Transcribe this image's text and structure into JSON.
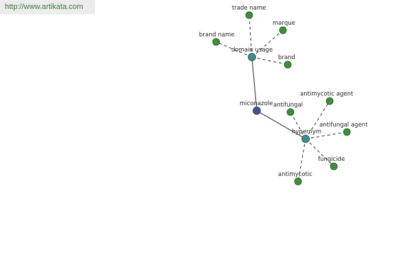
{
  "banner": {
    "url": "http://www.artikata.com"
  },
  "colors": {
    "root_node": "#3f4f9a",
    "hub_node": "#3f8a96",
    "leaf_node": "#3f8f3a",
    "node_outline": "#1e4a1e",
    "edge": "#222222",
    "banner_bg": "#ececec",
    "banner_text": "#3d7a3a"
  },
  "graph": {
    "nodes": [
      {
        "id": "miconazole",
        "label": "miconazole",
        "kind": "root"
      },
      {
        "id": "domain_usage",
        "label": "domain usage",
        "kind": "hub"
      },
      {
        "id": "hypernym",
        "label": "hypernym",
        "kind": "hub"
      },
      {
        "id": "trade_name",
        "label": "trade name",
        "kind": "leaf"
      },
      {
        "id": "marque",
        "label": "marque",
        "kind": "leaf"
      },
      {
        "id": "brand_name",
        "label": "brand name",
        "kind": "leaf"
      },
      {
        "id": "brand",
        "label": "brand",
        "kind": "leaf"
      },
      {
        "id": "antimycotic_agent",
        "label": "antimycotic agent",
        "kind": "leaf"
      },
      {
        "id": "antifungal",
        "label": "antifungal",
        "kind": "leaf"
      },
      {
        "id": "antifungal_agent",
        "label": "antifungal agent",
        "kind": "leaf"
      },
      {
        "id": "fungicide",
        "label": "fungicide",
        "kind": "leaf"
      },
      {
        "id": "antimycotic",
        "label": "antimycotic",
        "kind": "leaf"
      }
    ],
    "edges": [
      {
        "from": "miconazole",
        "to": "domain_usage",
        "style": "solid"
      },
      {
        "from": "miconazole",
        "to": "hypernym",
        "style": "solid"
      },
      {
        "from": "domain_usage",
        "to": "trade_name",
        "style": "dashed"
      },
      {
        "from": "domain_usage",
        "to": "marque",
        "style": "dashed"
      },
      {
        "from": "domain_usage",
        "to": "brand_name",
        "style": "dashed"
      },
      {
        "from": "domain_usage",
        "to": "brand",
        "style": "dashed"
      },
      {
        "from": "hypernym",
        "to": "antimycotic_agent",
        "style": "dashed"
      },
      {
        "from": "hypernym",
        "to": "antifungal",
        "style": "dashed"
      },
      {
        "from": "hypernym",
        "to": "antifungal_agent",
        "style": "dashed"
      },
      {
        "from": "hypernym",
        "to": "fungicide",
        "style": "dashed"
      },
      {
        "from": "hypernym",
        "to": "antimycotic",
        "style": "dashed"
      }
    ]
  }
}
